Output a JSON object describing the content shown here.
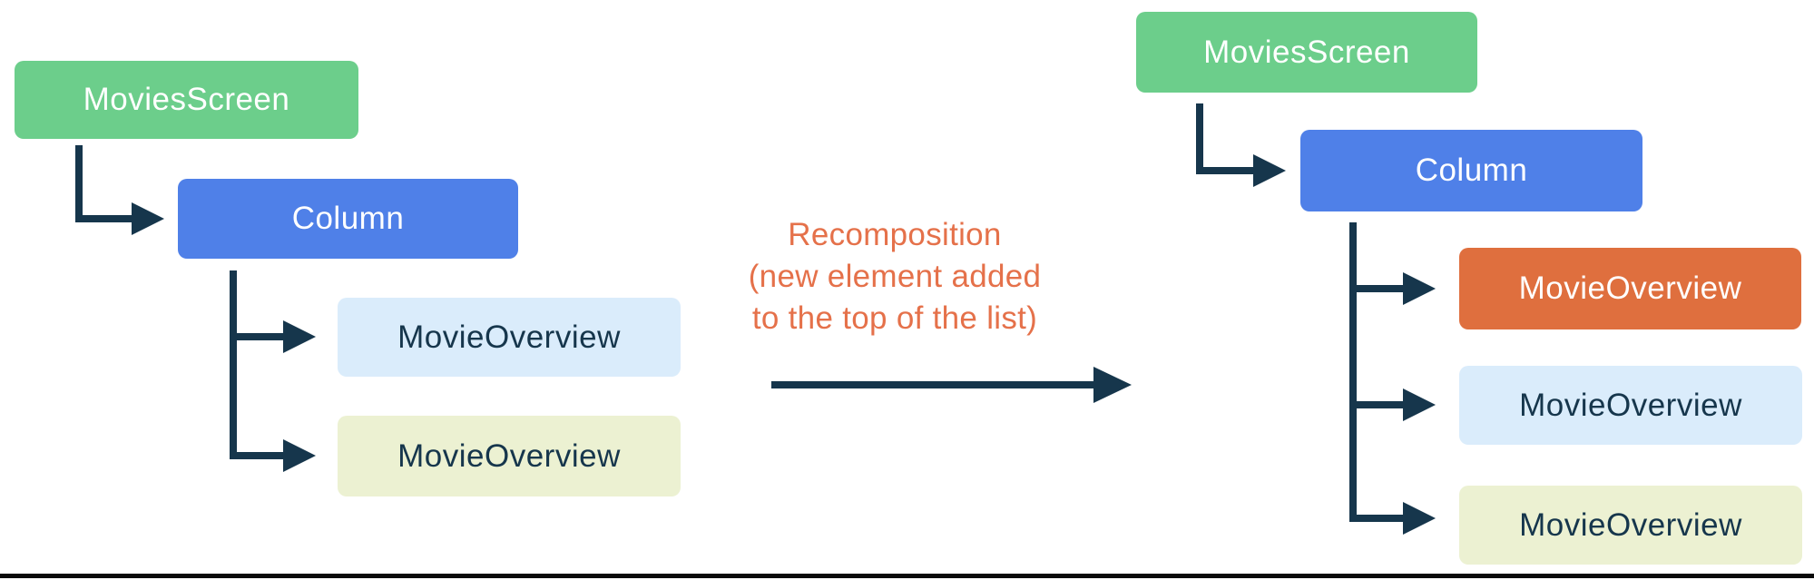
{
  "diagram": {
    "background": "#FFFFFF",
    "connector_color": "#16364C",
    "bottom_rule_color": "#0A0A0A",
    "annotation": {
      "lines": [
        "Recomposition",
        "(new element added",
        "to the top of the list)"
      ],
      "color": "#E5714A"
    },
    "left_tree": {
      "root": {
        "label": "MoviesScreen",
        "bg": "#6CCE8B",
        "fg": "#FFFFFF"
      },
      "column": {
        "label": "Column",
        "bg": "#4F80E8",
        "fg": "#FFFFFF"
      },
      "children": [
        {
          "label": "MovieOverview",
          "bg": "#DAECFB",
          "fg": "#16364C"
        },
        {
          "label": "MovieOverview",
          "bg": "#ECF1D2",
          "fg": "#16364C"
        }
      ]
    },
    "right_tree": {
      "root": {
        "label": "MoviesScreen",
        "bg": "#6CCE8B",
        "fg": "#FFFFFF"
      },
      "column": {
        "label": "Column",
        "bg": "#4F80E8",
        "fg": "#FFFFFF"
      },
      "children": [
        {
          "label": "MovieOverview",
          "bg": "#DF6F3E",
          "fg": "#FFFFFF"
        },
        {
          "label": "MovieOverview",
          "bg": "#DAECFB",
          "fg": "#16364C"
        },
        {
          "label": "MovieOverview",
          "bg": "#ECF1D2",
          "fg": "#16364C"
        }
      ]
    }
  }
}
